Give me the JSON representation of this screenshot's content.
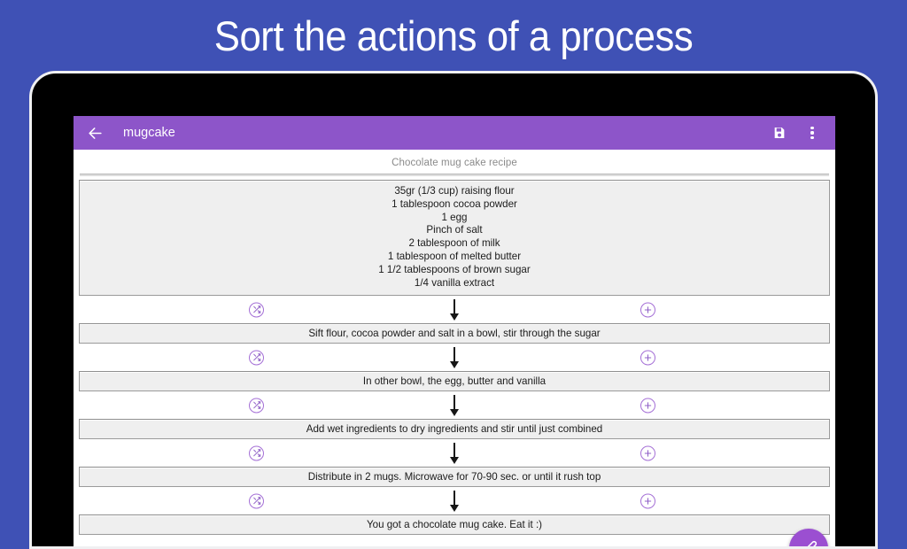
{
  "promo": {
    "headline": "Sort the actions of a process",
    "background_color": "#3f51b5",
    "text_color": "#ffffff"
  },
  "appbar": {
    "back_icon": "back-arrow-icon",
    "title": "mugcake",
    "save_icon": "save-icon",
    "overflow_icon": "overflow-menu-icon",
    "background_color": "#8d55c9"
  },
  "document": {
    "subtitle": "Chocolate mug cake recipe",
    "ingredients": [
      "35gr (1/3 cup) raising flour",
      "1 tablespoon cocoa powder",
      "1 egg",
      "Pinch of salt",
      "2 tablespoon of milk",
      "1 tablespoon of melted butter",
      "1 1/2 tablespoons of brown sugar",
      "1/4 vanilla extract"
    ],
    "steps": [
      "Sift flour, cocoa powder and salt in a bowl, stir through the sugar",
      "In other bowl, the egg, butter and vanilla",
      "Add wet ingredients to dry ingredients and stir until just combined",
      "Distribute in 2 mugs. Microwave for 70-90 sec. or until it rush top",
      "You got a chocolate mug cake. Eat it :)"
    ]
  },
  "connector": {
    "shuffle_icon": "shuffle-icon",
    "add_icon": "add-icon",
    "arrow_icon": "down-arrow-icon",
    "accent_color": "#8e5ec6"
  },
  "fab": {
    "icon": "edit-pencil-icon",
    "color": "#9b4fd1"
  }
}
